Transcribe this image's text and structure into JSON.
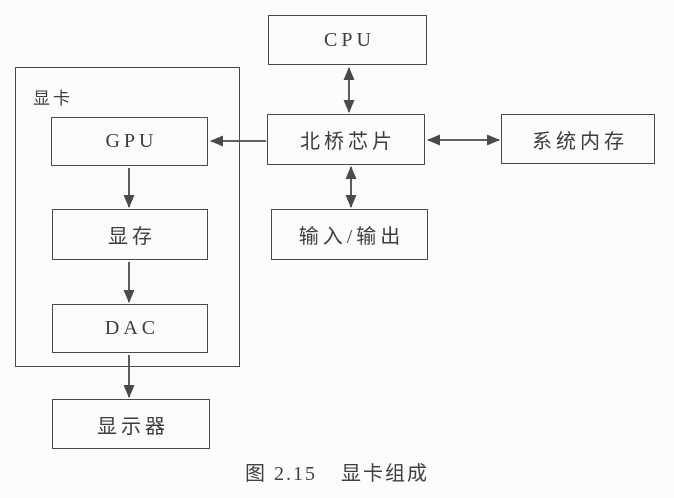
{
  "figure": {
    "caption_number": "图 2.15",
    "caption_title": "显卡组成"
  },
  "nodes": {
    "card_group": {
      "label": "显卡"
    },
    "cpu": {
      "label": "CPU"
    },
    "northbridge": {
      "label": "北桥芯片"
    },
    "system_memory": {
      "label": "系统内存"
    },
    "io": {
      "label": "输入/输出"
    },
    "gpu": {
      "label": "GPU"
    },
    "video_memory": {
      "label": "显存"
    },
    "dac": {
      "label": "DAC"
    },
    "display": {
      "label": "显示器"
    }
  },
  "edges": [
    {
      "from": "cpu",
      "to": "northbridge",
      "bidirectional": true
    },
    {
      "from": "northbridge",
      "to": "gpu",
      "bidirectional": false
    },
    {
      "from": "northbridge",
      "to": "system_memory",
      "bidirectional": true
    },
    {
      "from": "northbridge",
      "to": "io",
      "bidirectional": true
    },
    {
      "from": "gpu",
      "to": "video_memory",
      "bidirectional": false
    },
    {
      "from": "video_memory",
      "to": "dac",
      "bidirectional": false
    },
    {
      "from": "dac",
      "to": "display",
      "bidirectional": false
    }
  ],
  "colors": {
    "line": "#4a4a4a",
    "text": "#3d3d3d",
    "background": "#fcfcfb"
  }
}
